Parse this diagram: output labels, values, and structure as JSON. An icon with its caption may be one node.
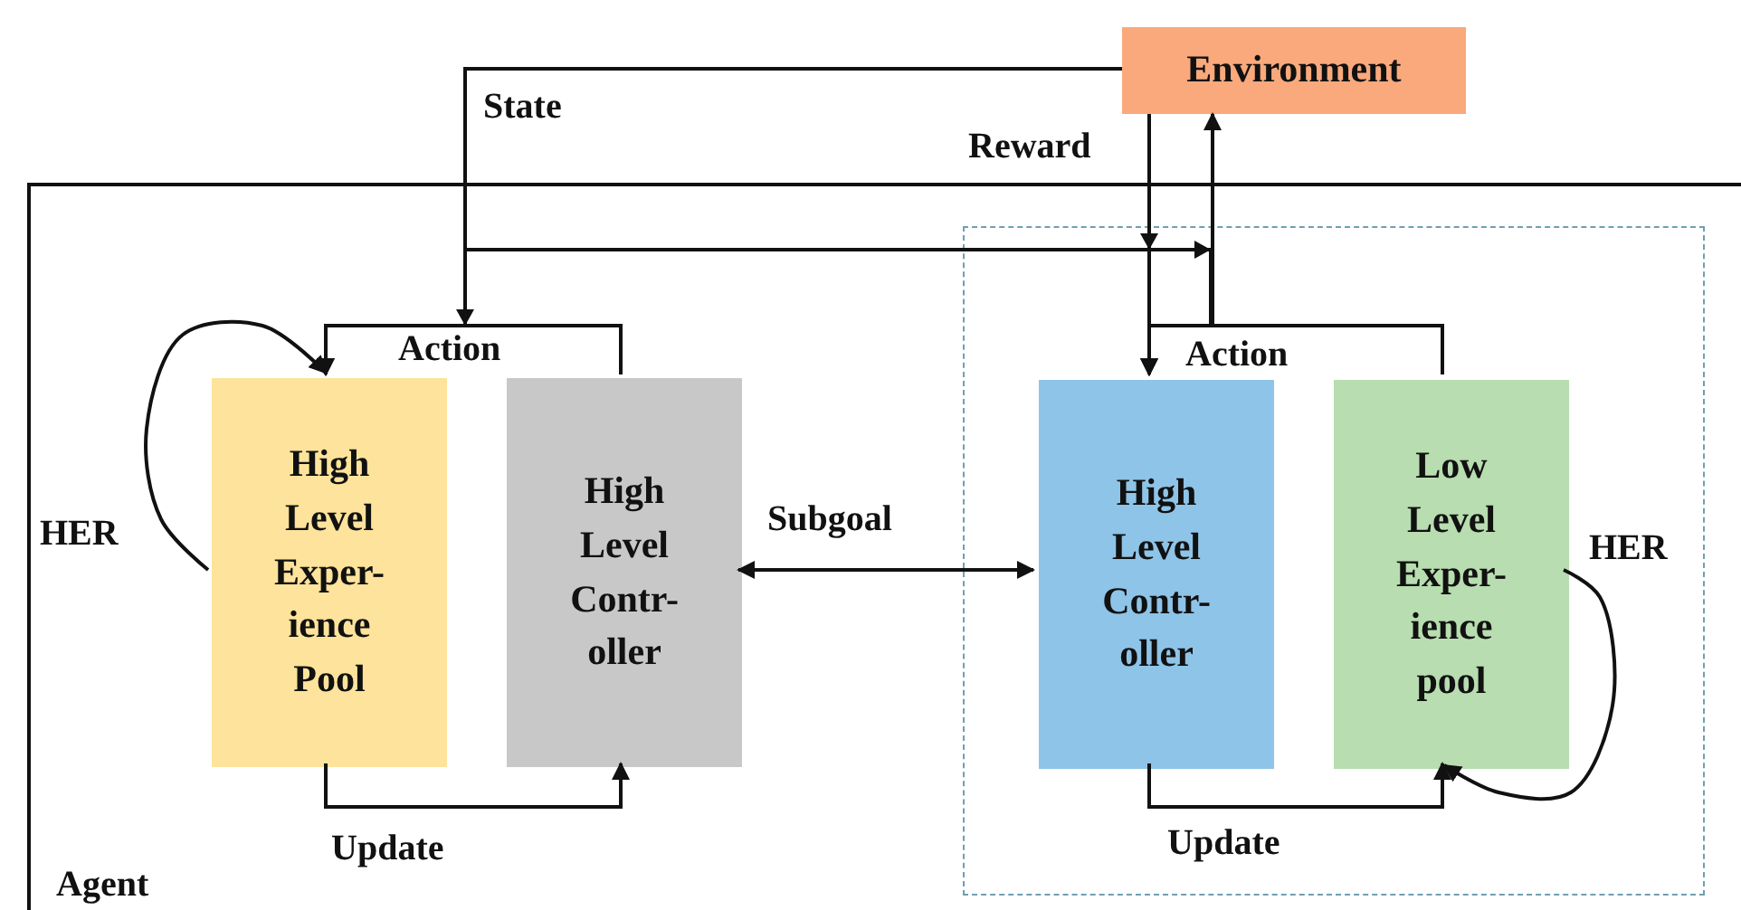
{
  "diagram": {
    "nodes": [
      {
        "text": [
          "Agent"
        ]
      },
      {
        "text": [],
        "shape": "box",
        "in": 0
      },
      {
        "text": [
          "High Level Exper- ience Pool"
        ],
        "in": 0
      },
      {
        "text": [
          "High Level Contr- oller"
        ],
        "in": 0
      },
      {
        "text": [
          "High Level Contr- oller"
        ],
        "in": 1
      },
      {
        "text": [
          "Low Level Exper- ience pool"
        ],
        "in": 1
      },
      {
        "text": [
          "Environment"
        ]
      }
    ],
    "edges": [
      {
        "from": 6,
        "to": 2,
        "arrow": "to",
        "label": "State"
      },
      {
        "from": 6,
        "to": 4,
        "arrow": "to"
      },
      {
        "from": 6,
        "to": 4,
        "arrow": "to",
        "label": "Reward"
      },
      {
        "from": 3,
        "to": 2,
        "arrow": "to",
        "label": "Action"
      },
      {
        "from": 5,
        "to": 4,
        "arrow": "to",
        "label": "Action"
      },
      {
        "from": 5,
        "to": 6,
        "arrow": "to"
      },
      {
        "from": 2,
        "to": 2,
        "arrow": "to",
        "label": "HER"
      },
      {
        "from": 3,
        "to": 4,
        "arrow": "both",
        "label": "Subgoal"
      },
      {
        "from": 2,
        "to": 3,
        "arrow": "to",
        "label": "Update"
      },
      {
        "from": 4,
        "to": 5,
        "arrow": "to",
        "label": "Update"
      },
      {
        "from": 5,
        "to": 5,
        "arrow": "to",
        "label": "HER"
      }
    ]
  }
}
